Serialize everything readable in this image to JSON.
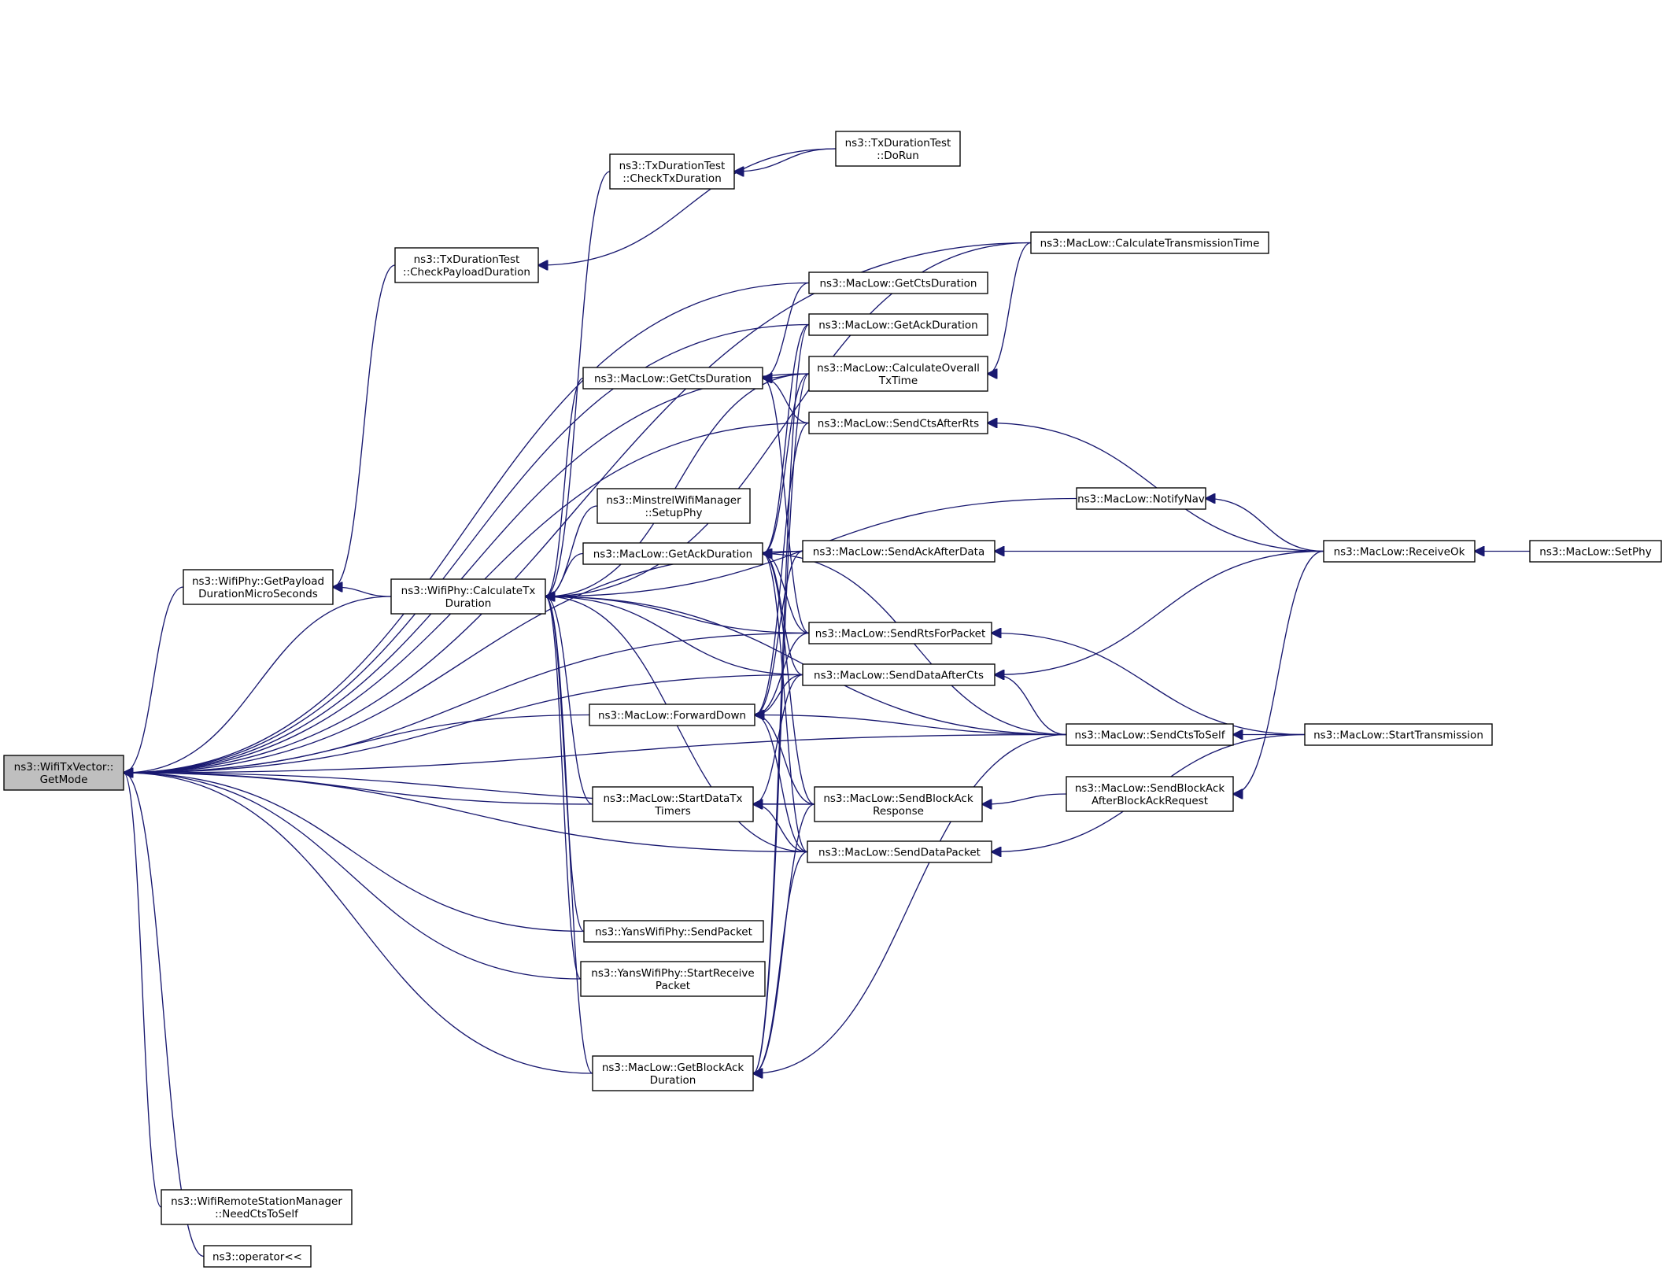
{
  "nodes": [
    {
      "id": "getmode",
      "lines": [
        "ns3::WifiTxVector::",
        "GetMode"
      ],
      "root": true
    },
    {
      "id": "getpayload",
      "lines": [
        "ns3::WifiPhy::GetPayload",
        "DurationMicroSeconds"
      ]
    },
    {
      "id": "needcts",
      "lines": [
        "ns3::WifiRemoteStationManager",
        "::NeedCtsToSelf"
      ]
    },
    {
      "id": "operator",
      "lines": [
        "ns3::operator<<"
      ]
    },
    {
      "id": "checkpayload",
      "lines": [
        "ns3::TxDurationTest",
        "::CheckPayloadDuration"
      ]
    },
    {
      "id": "calctx",
      "lines": [
        "ns3::WifiPhy::CalculateTx",
        "Duration"
      ]
    },
    {
      "id": "checktx",
      "lines": [
        "ns3::TxDurationTest",
        "::CheckTxDuration"
      ]
    },
    {
      "id": "getcts_m",
      "lines": [
        "ns3::MacLow::GetCtsDuration"
      ]
    },
    {
      "id": "minstrel",
      "lines": [
        "ns3::MinstrelWifiManager",
        "::SetupPhy"
      ]
    },
    {
      "id": "getack_m",
      "lines": [
        "ns3::MacLow::GetAckDuration"
      ]
    },
    {
      "id": "forwarddown",
      "lines": [
        "ns3::MacLow::ForwardDown"
      ]
    },
    {
      "id": "startdatatx",
      "lines": [
        "ns3::MacLow::StartDataTx",
        "Timers"
      ]
    },
    {
      "id": "yanssend",
      "lines": [
        "ns3::YansWifiPhy::SendPacket"
      ]
    },
    {
      "id": "yansrecv",
      "lines": [
        "ns3::YansWifiPhy::StartReceive",
        "Packet"
      ]
    },
    {
      "id": "getblockack",
      "lines": [
        "ns3::MacLow::GetBlockAck",
        "Duration"
      ]
    },
    {
      "id": "dorun",
      "lines": [
        "ns3::TxDurationTest",
        "::DoRun"
      ]
    },
    {
      "id": "getcts_r",
      "lines": [
        "ns3::MacLow::GetCtsDuration"
      ]
    },
    {
      "id": "getack_r",
      "lines": [
        "ns3::MacLow::GetAckDuration"
      ]
    },
    {
      "id": "calcoverall",
      "lines": [
        "ns3::MacLow::CalculateOverall",
        "TxTime"
      ]
    },
    {
      "id": "sendctsafterrts",
      "lines": [
        "ns3::MacLow::SendCtsAfterRts"
      ]
    },
    {
      "id": "sendackafterdata",
      "lines": [
        "ns3::MacLow::SendAckAfterData"
      ]
    },
    {
      "id": "sendrts",
      "lines": [
        "ns3::MacLow::SendRtsForPacket"
      ]
    },
    {
      "id": "senddataaftercts",
      "lines": [
        "ns3::MacLow::SendDataAfterCts"
      ]
    },
    {
      "id": "sendblockackresp",
      "lines": [
        "ns3::MacLow::SendBlockAck",
        "Response"
      ]
    },
    {
      "id": "senddatapacket",
      "lines": [
        "ns3::MacLow::SendDataPacket"
      ]
    },
    {
      "id": "calctrans",
      "lines": [
        "ns3::MacLow::CalculateTransmissionTime"
      ]
    },
    {
      "id": "notifynav",
      "lines": [
        "ns3::MacLow::NotifyNav"
      ]
    },
    {
      "id": "sendctstoself",
      "lines": [
        "ns3::MacLow::SendCtsToSelf"
      ]
    },
    {
      "id": "sendblockackafter",
      "lines": [
        "ns3::MacLow::SendBlockAck",
        "AfterBlockAckRequest"
      ]
    },
    {
      "id": "receiveok",
      "lines": [
        "ns3::MacLow::ReceiveOk"
      ]
    },
    {
      "id": "starttransmission",
      "lines": [
        "ns3::MacLow::StartTransmission"
      ]
    },
    {
      "id": "setphy",
      "lines": [
        "ns3::MacLow::SetPhy"
      ]
    }
  ],
  "edges": [
    [
      "getmode",
      "getpayload"
    ],
    [
      "getmode",
      "needcts"
    ],
    [
      "getmode",
      "operator"
    ],
    [
      "getmode",
      "calctx"
    ],
    [
      "getmode",
      "forwarddown"
    ],
    [
      "getmode",
      "startdatatx"
    ],
    [
      "getmode",
      "yanssend"
    ],
    [
      "getmode",
      "yansrecv"
    ],
    [
      "getmode",
      "getblockack"
    ],
    [
      "getmode",
      "calctrans"
    ],
    [
      "getmode",
      "getcts_r"
    ],
    [
      "getmode",
      "getack_r"
    ],
    [
      "getmode",
      "calcoverall"
    ],
    [
      "getmode",
      "sendctsafterrts"
    ],
    [
      "getmode",
      "sendackafterdata"
    ],
    [
      "getmode",
      "senddataaftercts"
    ],
    [
      "getmode",
      "sendblockackresp"
    ],
    [
      "getmode",
      "sendrts"
    ],
    [
      "getmode",
      "senddatapacket"
    ],
    [
      "getmode",
      "sendctstoself"
    ],
    [
      "getpayload",
      "checkpayload"
    ],
    [
      "getpayload",
      "calctx"
    ],
    [
      "calctx",
      "checktx"
    ],
    [
      "calctx",
      "getcts_m"
    ],
    [
      "calctx",
      "minstrel"
    ],
    [
      "calctx",
      "getack_m"
    ],
    [
      "calctx",
      "startdatatx"
    ],
    [
      "calctx",
      "yanssend"
    ],
    [
      "calctx",
      "yansrecv"
    ],
    [
      "calctx",
      "getblockack"
    ],
    [
      "calctx",
      "calctrans"
    ],
    [
      "calctx",
      "calcoverall"
    ],
    [
      "calctx",
      "notifynav"
    ],
    [
      "calctx",
      "sendrts"
    ],
    [
      "calctx",
      "senddataaftercts"
    ],
    [
      "calctx",
      "sendctstoself"
    ],
    [
      "calctx",
      "senddatapacket"
    ],
    [
      "checkpayload",
      "dorun"
    ],
    [
      "checktx",
      "dorun"
    ],
    [
      "getcts_m",
      "getcts_r"
    ],
    [
      "getcts_m",
      "calcoverall"
    ],
    [
      "getcts_m",
      "sendctsafterrts"
    ],
    [
      "getcts_m",
      "sendrts"
    ],
    [
      "getack_m",
      "getack_r"
    ],
    [
      "getack_m",
      "calcoverall"
    ],
    [
      "getack_m",
      "sendackafterdata"
    ],
    [
      "getack_m",
      "sendrts"
    ],
    [
      "getack_m",
      "senddataaftercts"
    ],
    [
      "getack_m",
      "sendctstoself"
    ],
    [
      "getack_m",
      "senddatapacket"
    ],
    [
      "getack_m",
      "sendblockackresp"
    ],
    [
      "forwarddown",
      "sendctsafterrts"
    ],
    [
      "forwarddown",
      "sendackafterdata"
    ],
    [
      "forwarddown",
      "sendrts"
    ],
    [
      "forwarddown",
      "senddataaftercts"
    ],
    [
      "forwarddown",
      "sendctstoself"
    ],
    [
      "forwarddown",
      "sendblockackresp"
    ],
    [
      "forwarddown",
      "senddatapacket"
    ],
    [
      "startdatatx",
      "senddataaftercts"
    ],
    [
      "startdatatx",
      "senddatapacket"
    ],
    [
      "startdatatx",
      "sendblockackresp"
    ],
    [
      "getblockack",
      "getack_r"
    ],
    [
      "getblockack",
      "calcoverall"
    ],
    [
      "getblockack",
      "sendctstoself"
    ],
    [
      "getblockack",
      "senddatapacket"
    ],
    [
      "getblockack",
      "sendblockackresp"
    ],
    [
      "calcoverall",
      "calctrans"
    ],
    [
      "sendctsafterrts",
      "receiveok"
    ],
    [
      "sendackafterdata",
      "receiveok"
    ],
    [
      "notifynav",
      "receiveok"
    ],
    [
      "senddataaftercts",
      "receiveok"
    ],
    [
      "senddataaftercts",
      "sendctstoself"
    ],
    [
      "sendrts",
      "starttransmission"
    ],
    [
      "sendctstoself",
      "starttransmission"
    ],
    [
      "sendblockackresp",
      "sendblockackafter"
    ],
    [
      "sendblockackafter",
      "receiveok"
    ],
    [
      "senddatapacket",
      "starttransmission"
    ],
    [
      "receiveok",
      "setphy"
    ]
  ]
}
